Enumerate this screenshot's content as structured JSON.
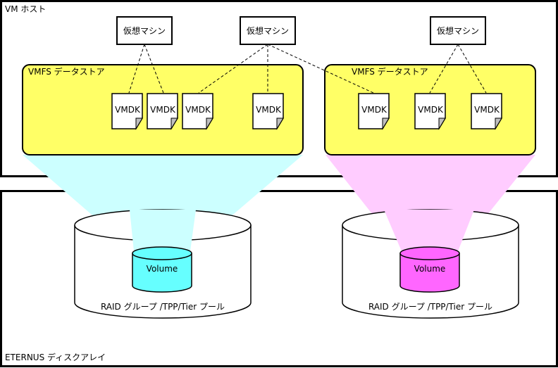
{
  "vm_host": {
    "label": "VM ホスト"
  },
  "eternus": {
    "label": "ETERNUS ディスクアレイ"
  },
  "virtual_machines": [
    {
      "label": "仮想マシン"
    },
    {
      "label": "仮想マシン"
    },
    {
      "label": "仮想マシン"
    }
  ],
  "datastores": [
    {
      "label": "VMFS データストア",
      "color": "#ffff66"
    },
    {
      "label": "VMFS データストア",
      "color": "#ffff66"
    }
  ],
  "vmdk_label": "VMDK",
  "vmdks": [
    {
      "label": "VMDK"
    },
    {
      "label": "VMDK"
    },
    {
      "label": "VMDK"
    },
    {
      "label": "VMDK"
    },
    {
      "label": "VMDK"
    },
    {
      "label": "VMDK"
    },
    {
      "label": "VMDK"
    }
  ],
  "pools": [
    {
      "label": "RAID グループ /TPP/Tier プール"
    },
    {
      "label": "RAID グループ /TPP/Tier プール"
    }
  ],
  "volumes": [
    {
      "label": "Volume",
      "color": "#66ffff"
    },
    {
      "label": "Volume",
      "color": "#ff66ff"
    }
  ],
  "projection_colors": [
    "#ccffff",
    "#ffccff"
  ]
}
